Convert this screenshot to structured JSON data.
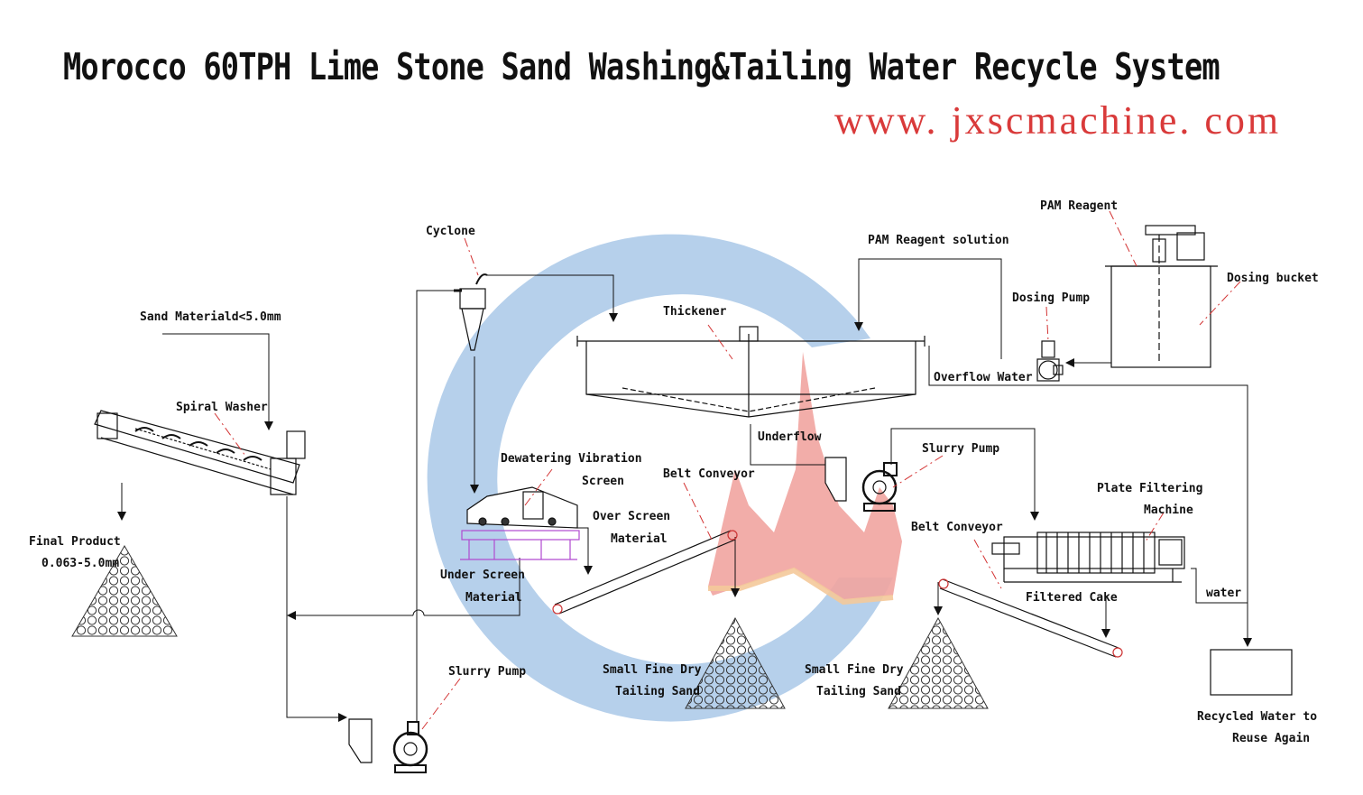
{
  "title": "Morocco 60TPH Lime Stone Sand Washing&Tailing Water Recycle System",
  "website": "www. jxscmachine. com",
  "colors": {
    "logo_blue": "#a9c8e8",
    "logo_red": "#f0a0a0",
    "line": "#111111",
    "leader": "#d33333"
  },
  "labels": {
    "sand_material": "Sand Materiald<5.0mm",
    "spiral_washer": "Spiral Washer",
    "final_product_1": "Final Product",
    "final_product_2": "0.063-5.0mm",
    "cyclone": "Cyclone",
    "dewatering_1": "Dewatering Vibration",
    "dewatering_2": "Screen",
    "over_screen_1": "Over Screen",
    "over_screen_2": "Material",
    "under_screen_1": "Under Screen",
    "under_screen_2": "Material",
    "slurry_pump_bottom": "Slurry Pump",
    "thickener": "Thickener",
    "underflow": "Underflow",
    "belt_conveyor_1": "Belt Conveyor",
    "small_fine_1a": "Small Fine Dry",
    "small_fine_1b": "Tailing Sand",
    "small_fine_2a": "Small Fine Dry",
    "small_fine_2b": "Tailing Sand",
    "pam_solution": "PAM Reagent solution",
    "pam_reagent": "PAM Reagent",
    "dosing_bucket": "Dosing bucket",
    "dosing_pump": "Dosing Pump",
    "overflow_water": "Overflow Water",
    "slurry_pump_mid": "Slurry Pump",
    "belt_conveyor_2": "Belt Conveyor",
    "plate_filter_1": "Plate Filtering",
    "plate_filter_2": "Machine",
    "filtered_cake": "Filtered Cake",
    "water": "water",
    "recycled_1": "Recycled Water to",
    "recycled_2": "Reuse Again"
  }
}
